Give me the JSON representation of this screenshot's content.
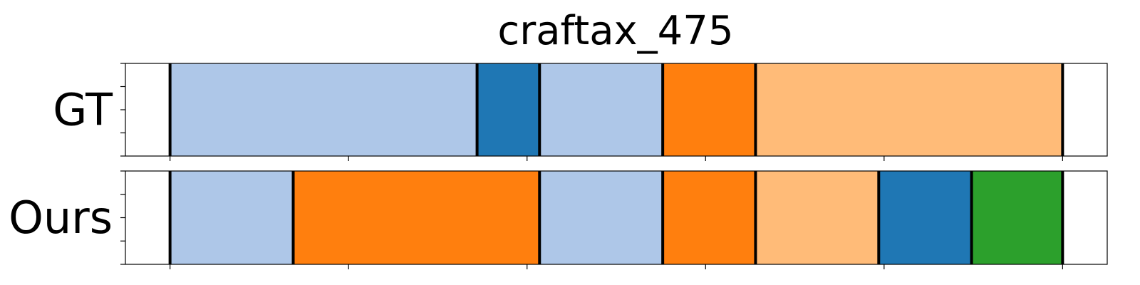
{
  "chart_data": {
    "type": "segmentation-timeline",
    "title": "craftax_475",
    "xlim": [
      0,
      550
    ],
    "boundary_range": [
      25,
      525
    ],
    "xticks": [
      25,
      125,
      225,
      325,
      425,
      525
    ],
    "yticks_per_track": 5,
    "colors": {
      "light_blue": "#aec7e8",
      "blue": "#1f77b4",
      "orange": "#ff7f0e",
      "light_orange": "#ffbb78",
      "green": "#2ca02c"
    },
    "tracks": [
      {
        "label": "GT",
        "segments": [
          {
            "start": 25,
            "end": 197,
            "color": "light_blue"
          },
          {
            "start": 197,
            "end": 232,
            "color": "blue"
          },
          {
            "start": 232,
            "end": 301,
            "color": "light_blue"
          },
          {
            "start": 301,
            "end": 353,
            "color": "orange"
          },
          {
            "start": 353,
            "end": 525,
            "color": "light_orange"
          }
        ]
      },
      {
        "label": "Ours",
        "segments": [
          {
            "start": 25,
            "end": 94,
            "color": "light_blue"
          },
          {
            "start": 94,
            "end": 232,
            "color": "orange"
          },
          {
            "start": 232,
            "end": 301,
            "color": "light_blue"
          },
          {
            "start": 301,
            "end": 353,
            "color": "orange"
          },
          {
            "start": 353,
            "end": 422,
            "color": "light_orange"
          },
          {
            "start": 422,
            "end": 474,
            "color": "blue"
          },
          {
            "start": 474,
            "end": 525,
            "color": "green"
          }
        ]
      }
    ]
  }
}
